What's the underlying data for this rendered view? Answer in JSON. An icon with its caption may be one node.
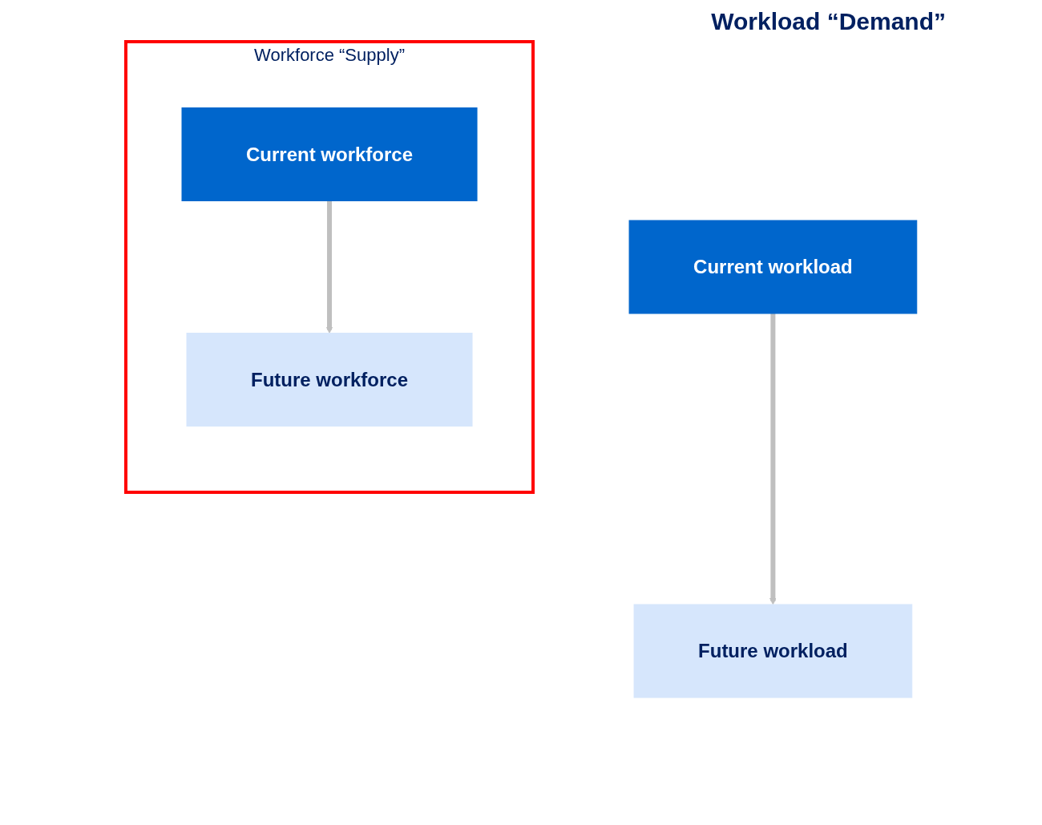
{
  "diagram": {
    "nodes": [
      {
        "text": [
          "Workforce “Supply”"
        ]
      },
      {
        "text": [
          "Current workforce"
        ],
        "in": 0
      },
      {
        "text": [
          "Future workforce"
        ],
        "in": 0
      },
      {
        "text": [
          "Current workload"
        ]
      },
      {
        "text": [
          "Future workload"
        ]
      }
    ],
    "edges": [
      {
        "from": 1,
        "to": 2,
        "arrow": "to"
      },
      {
        "from": 3,
        "to": 4,
        "arrow": "to"
      }
    ],
    "labels": [
      "Workload “Demand”"
    ]
  }
}
